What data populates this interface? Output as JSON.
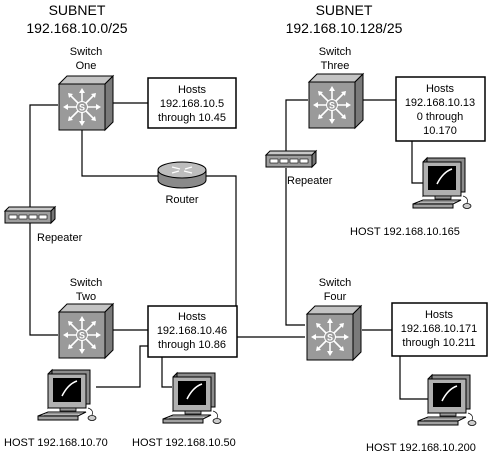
{
  "subnets": [
    {
      "heading": "SUBNET",
      "range": "192.168.10.0/25"
    },
    {
      "heading": "SUBNET",
      "range": "192.168.10.128/25"
    }
  ],
  "switches": [
    {
      "line1": "Switch",
      "line2": "One"
    },
    {
      "line1": "Switch",
      "line2": "Two"
    },
    {
      "line1": "Switch",
      "line2": "Three"
    },
    {
      "line1": "Switch",
      "line2": "Four"
    }
  ],
  "host_boxes": [
    {
      "lines": [
        "Hosts",
        "192.168.10.5",
        "through 10.45"
      ]
    },
    {
      "lines": [
        "Hosts",
        "192.168.10.46",
        "through 10.86"
      ]
    },
    {
      "lines": [
        "Hosts",
        "192.168.10.13",
        "0 through",
        "10.170"
      ]
    },
    {
      "lines": [
        "Hosts",
        "192.168.10.171",
        "through 10.211"
      ]
    }
  ],
  "router": {
    "label": "Router"
  },
  "repeaters": [
    {
      "label": "Repeater"
    },
    {
      "label": "Repeater"
    }
  ],
  "computers": [
    {
      "label": "HOST 192.168.10.70"
    },
    {
      "label": "HOST 192.168.10.50"
    },
    {
      "label": "HOST 192.168.10.165"
    },
    {
      "label": "HOST 192.168.10.200"
    }
  ]
}
